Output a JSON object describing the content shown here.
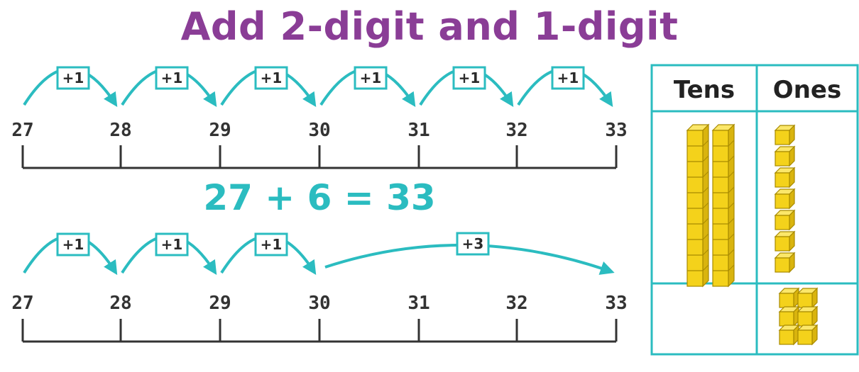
{
  "title": "Add 2-digit and 1-digit",
  "equation": "27 + 6 = 33",
  "number_lines": [
    {
      "ticks": [
        "27",
        "28",
        "29",
        "30",
        "31",
        "32",
        "33"
      ],
      "jumps": [
        {
          "from": 0,
          "to": 1,
          "label": "+1"
        },
        {
          "from": 1,
          "to": 2,
          "label": "+1"
        },
        {
          "from": 2,
          "to": 3,
          "label": "+1"
        },
        {
          "from": 3,
          "to": 4,
          "label": "+1"
        },
        {
          "from": 4,
          "to": 5,
          "label": "+1"
        },
        {
          "from": 5,
          "to": 6,
          "label": "+1"
        }
      ]
    },
    {
      "ticks": [
        "27",
        "28",
        "29",
        "30",
        "31",
        "32",
        "33"
      ],
      "jumps": [
        {
          "from": 0,
          "to": 1,
          "label": "+1"
        },
        {
          "from": 1,
          "to": 2,
          "label": "+1"
        },
        {
          "from": 2,
          "to": 3,
          "label": "+1"
        },
        {
          "from": 3,
          "to": 6,
          "label": "+3"
        }
      ]
    }
  ],
  "place_value_chart": {
    "headers": [
      "Tens",
      "Ones"
    ],
    "rows": [
      {
        "tens_rods": 2,
        "ones_cubes": 7
      },
      {
        "tens_rods": 0,
        "ones_cubes": 6
      }
    ]
  },
  "colors": {
    "title": "#8a3d96",
    "teal": "#2bbcc0",
    "line": "#333333",
    "cube": "#f4d21b",
    "cube_edge": "#a88a00"
  }
}
